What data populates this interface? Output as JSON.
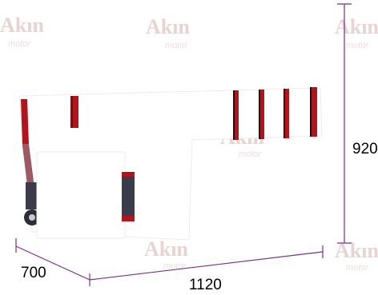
{
  "dimensions": {
    "height_label": "920",
    "length_label": "1120",
    "depth_label": "700"
  },
  "watermark": {
    "brand": "Akın",
    "sub": "motor"
  },
  "colors": {
    "body": "#ffffff",
    "outline": "#e3e3e6",
    "red_trim": "#b3141c",
    "dark_panel": "#3b3b4a",
    "dimension_line": "#7b2f86",
    "watermark": "#e9d2d2"
  }
}
